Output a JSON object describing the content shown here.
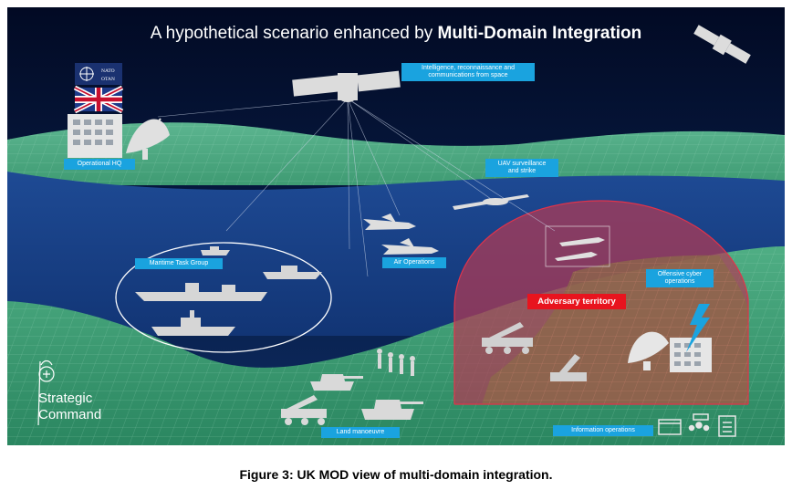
{
  "title": {
    "prefix": "A hypothetical scenario enhanced by",
    "bold": "Multi-Domain Integration"
  },
  "labels": {
    "isr": "Intelligence, reconnaissance and\ncommunications from space",
    "hq": "Operational HQ",
    "uav": "UAV surveillance\nand strike",
    "maritime": "Maritime Task Group",
    "air": "Air Operations",
    "adversary": "Adversary territory",
    "cyber": "Offensive cyber\noperations",
    "land": "Land manoeuvre",
    "info": "Information operations"
  },
  "badges": {
    "nato_line1": "NATO",
    "nato_line2": "OTAN"
  },
  "branding": {
    "line1": "Strategic",
    "line2": "Command"
  },
  "caption": "Figure 3: UK MOD view of multi-domain integration.",
  "colors": {
    "sky": "#06163a",
    "sea": "#1b3f86",
    "land": "#3a9a70",
    "label_bg": "#1aa3df",
    "adversary_red": "#e8141e",
    "dome_fill": "#b23a55",
    "silhouette": "#d8d8d8"
  },
  "icons": [
    "satellite-icon",
    "nato-flag-icon",
    "union-jack-icon",
    "building-icon",
    "radar-dish-icon",
    "ship-icon",
    "jet-icon",
    "drone-icon",
    "tank-icon",
    "rocket-launcher-icon",
    "soldiers-icon",
    "cyber-lightning-icon",
    "laptop-icon",
    "people-icon",
    "document-icon",
    "crest-icon"
  ]
}
